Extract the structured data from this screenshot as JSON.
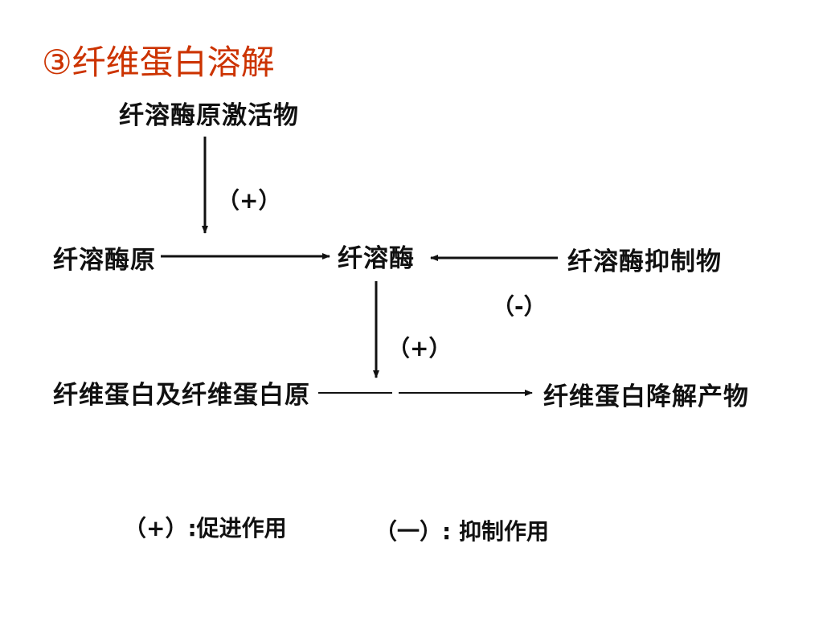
{
  "title": "③纤维蛋白溶解",
  "nodes": {
    "activator": "纤溶酶原激活物",
    "plasminogen": "纤溶酶原",
    "plasmin": "纤溶酶",
    "inhibitor": "纤溶酶抑制物",
    "fibrin": "纤维蛋白及纤维蛋白原",
    "products": "纤维蛋白降解产物"
  },
  "signs": {
    "activation": "（+）",
    "inhibition": "（-）",
    "degradation": "（+）"
  },
  "legend": {
    "promote": "（+）:促进作用",
    "inhibit": "（一）: 抑制作用"
  }
}
